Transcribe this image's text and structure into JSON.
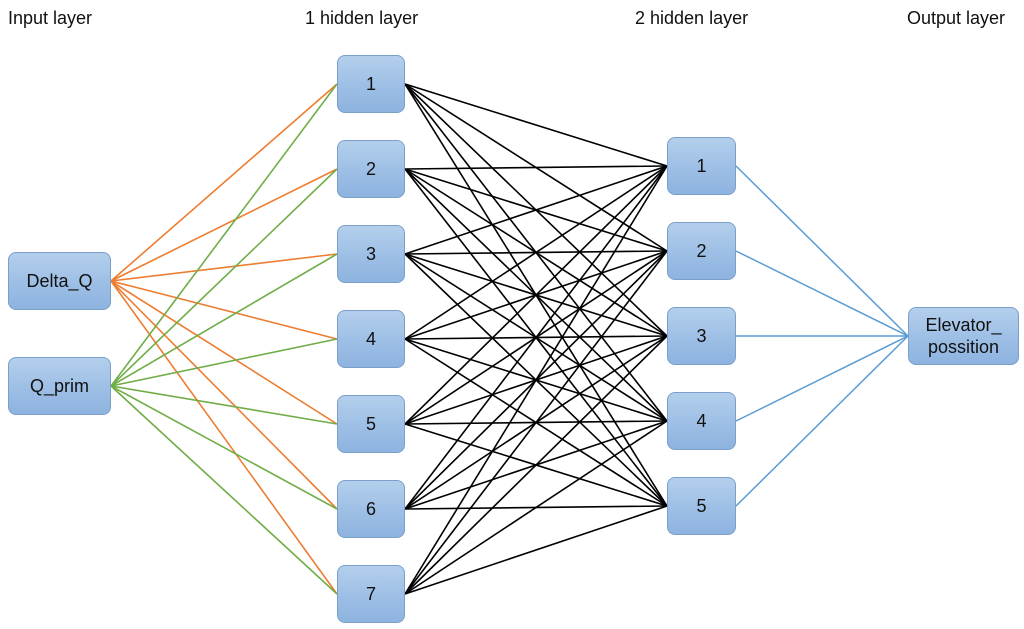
{
  "diagram": {
    "type": "neural-network",
    "layers": [
      {
        "id": "input",
        "title": "Input layer",
        "nodes": [
          "Delta_Q",
          "Q_prim"
        ]
      },
      {
        "id": "hidden1",
        "title": "1 hidden layer",
        "nodes": [
          "1",
          "2",
          "3",
          "4",
          "5",
          "6",
          "7"
        ]
      },
      {
        "id": "hidden2",
        "title": "2 hidden layer",
        "nodes": [
          "1",
          "2",
          "3",
          "4",
          "5"
        ]
      },
      {
        "id": "output",
        "title": "Output layer",
        "nodes": [
          "Elevator_ possition"
        ]
      }
    ],
    "output_label_lines": [
      "Elevator_",
      "possition"
    ],
    "connections": [
      {
        "from": "input.Delta_Q",
        "to": "hidden1.*",
        "color": "#ed7d31"
      },
      {
        "from": "input.Q_prim",
        "to": "hidden1.*",
        "color": "#70ad47"
      },
      {
        "from": "hidden1.*",
        "to": "hidden2.*",
        "color": "#000000"
      },
      {
        "from": "hidden2.*",
        "to": "output.*",
        "color": "#5b9bd5"
      }
    ],
    "colors": {
      "delta_q_edges": "#ed7d31",
      "q_prim_edges": "#70ad47",
      "hidden_edges": "#000000",
      "output_edges": "#5b9bd5",
      "node_fill": "#9fc0e6",
      "node_border": "#7a9fcb"
    }
  }
}
